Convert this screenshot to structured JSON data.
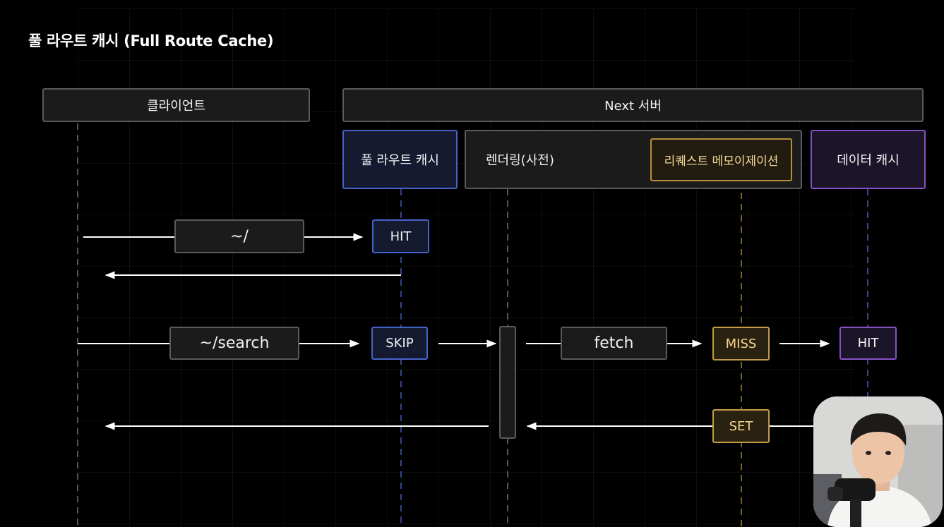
{
  "title": "풀 라우트 캐시 (Full Route Cache)",
  "headers": {
    "client": "클라이언트",
    "server": "Next 서버"
  },
  "subheaders": {
    "full_route_cache": "풀 라우트 캐시",
    "rendering": "렌더링(사전)",
    "request_memo": "리퀘스트 메모이제이션",
    "data_cache": "데이터 캐시"
  },
  "row1": {
    "request": "~/",
    "status": "HIT"
  },
  "row2": {
    "request": "~/search",
    "cache_status": "SKIP",
    "fetch": "fetch",
    "memo_status": "MISS",
    "data_status": "HIT"
  },
  "row3": {
    "status": "SET"
  },
  "colors": {
    "background": "#000000",
    "full_route_cache": "#4663c8",
    "request_memo": "#b58f3a",
    "data_cache": "#8452c4",
    "neutral_box": "#5a5a5a"
  }
}
